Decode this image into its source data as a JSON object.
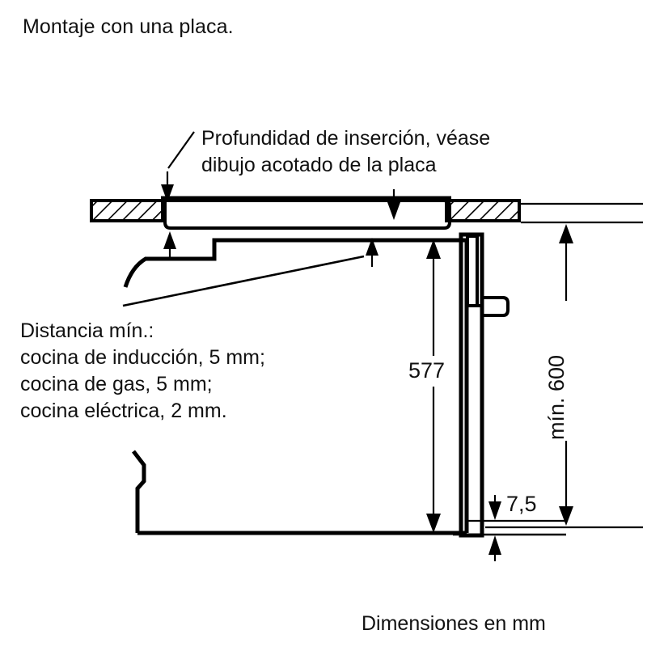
{
  "page": {
    "title": "Montaje con una placa.",
    "footer_note": "Dimensiones en mm",
    "background_color": "#ffffff",
    "line_color": "#000000"
  },
  "annotations": {
    "insertion_depth": {
      "line1": "Profundidad de inserción, véase",
      "line2": "dibujo acotado de la placa"
    },
    "min_distance": {
      "line1": "Distancia mín.:",
      "line2": "cocina de inducción, 5 mm;",
      "line3": "cocina de gas, 5 mm;",
      "line4": "cocina eléctrica, 2 mm."
    }
  },
  "dimensions": {
    "oven_height": "577",
    "plinth_gap": "7,5",
    "niche_height": "mín. 600"
  },
  "drawing": {
    "type": "technical-section-drawing",
    "subject": "Built-in oven with cooktop installation cross-section",
    "components": [
      "worktop-hatched-left",
      "worktop-hatched-right",
      "cooktop-body",
      "oven-cavity",
      "oven-door",
      "oven-door-handle"
    ]
  }
}
